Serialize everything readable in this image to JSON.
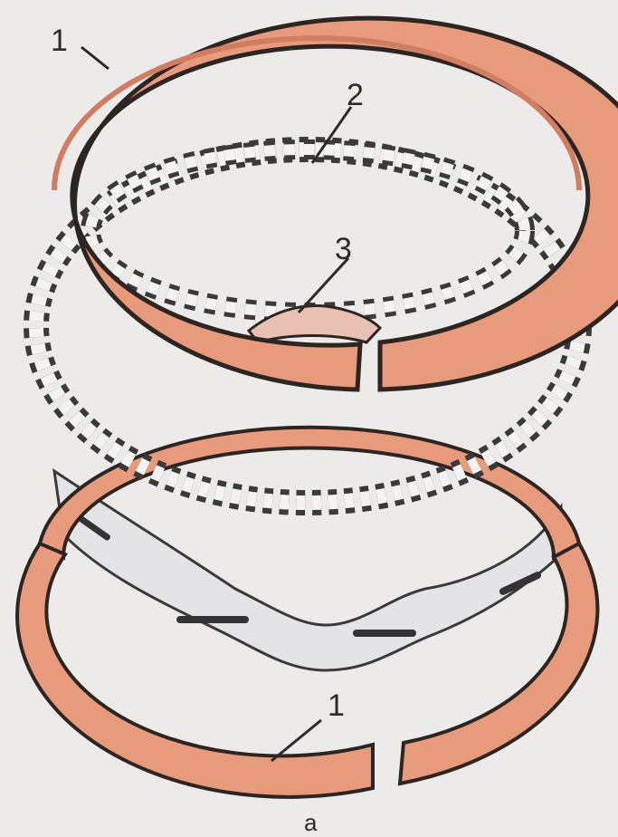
{
  "figure": {
    "callouts": {
      "ring_top": "1",
      "expander": "2",
      "spring": "3",
      "ring_bottom": "1"
    },
    "caption": "а"
  },
  "colors": {
    "background": "#ecebe9",
    "ring_fill": "#e79a7c",
    "ring_outline": "#2c2522",
    "ring_shade": "#d07d62",
    "expander_fill": "#f4f3f2",
    "expander_shade": "#9c9c9c",
    "rail_fill": "#e4e4e6",
    "rail_slot": "#333333"
  }
}
